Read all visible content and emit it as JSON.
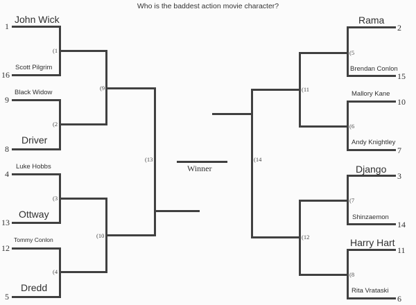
{
  "title": "Who is the baddest action movie character?",
  "winner_label": "Winner",
  "left": {
    "entrants": [
      {
        "seed": "1",
        "name": "John Wick"
      },
      {
        "seed": "16",
        "name": "Scott Pilgrim"
      },
      {
        "seed": "9",
        "name": "Black Widow"
      },
      {
        "seed": "8",
        "name": "Driver"
      },
      {
        "seed": "4",
        "name": "Luke Hobbs"
      },
      {
        "seed": "13",
        "name": "Ottway"
      },
      {
        "seed": "12",
        "name": "Tommy Conlon"
      },
      {
        "seed": "5",
        "name": "Dredd"
      }
    ],
    "matches": [
      "(1",
      "(2",
      "(3",
      "(4",
      "(9",
      "(10",
      "(13"
    ]
  },
  "right": {
    "entrants": [
      {
        "seed": "2",
        "name": "Rama"
      },
      {
        "seed": "15",
        "name": "Brendan Conlon"
      },
      {
        "seed": "10",
        "name": "Mallory Kane"
      },
      {
        "seed": "7",
        "name": "Andy Knightley"
      },
      {
        "seed": "3",
        "name": "Django"
      },
      {
        "seed": "14",
        "name": "Shinzaemon"
      },
      {
        "seed": "11",
        "name": "Harry Hart"
      },
      {
        "seed": "6",
        "name": "Rita Vrataski"
      }
    ],
    "matches": [
      "(5",
      "(6",
      "(7",
      "(8",
      "(11",
      "(12",
      "(14"
    ]
  },
  "colors": {
    "line": "#404040",
    "background": "#fbfbfb",
    "text": "#333333"
  }
}
